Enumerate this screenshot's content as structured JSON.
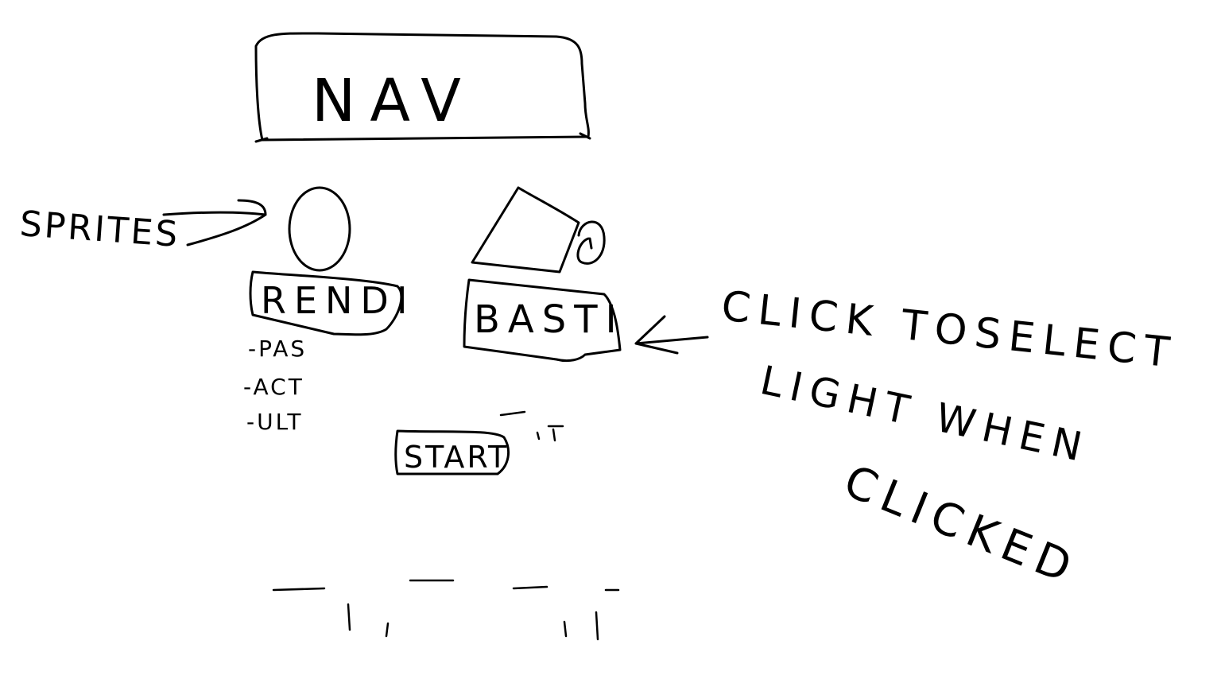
{
  "nav": {
    "label": "NAV"
  },
  "sprites": {
    "label": "SPRITES"
  },
  "cards": [
    {
      "label": "RENDI",
      "options": [
        "-PAS",
        "-ACT",
        "-ULT"
      ]
    },
    {
      "label": "BASTI"
    }
  ],
  "start": {
    "label": "START"
  },
  "annotation": {
    "line1": "CLICK TOSELECT",
    "line2": "LIGHT WHEN",
    "line3": "CLICKED"
  },
  "colors": {
    "ink": "#000000",
    "background": "#ffffff"
  }
}
